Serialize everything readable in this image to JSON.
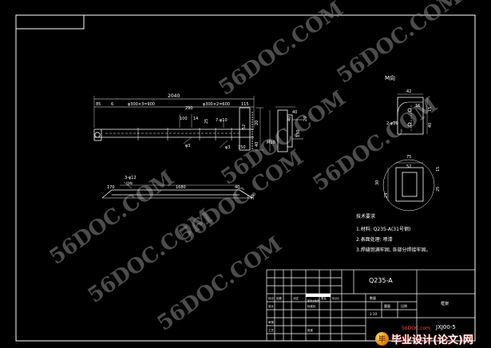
{
  "watermark": "56DOC.COM",
  "view_label": "M向",
  "dimensions": {
    "overall_length": "2040",
    "left_offset": "85",
    "hole_pattern_a": "φ300×3=900",
    "hole_pattern_b": "φ300×2=600",
    "d_6": "6",
    "d_100": "100",
    "d_14": "14",
    "d_290": "290",
    "d_115": "115",
    "d_20": "20",
    "d_7phi10": "7-φ10",
    "d_25": "25",
    "d_52": "52",
    "d_40_r": "40",
    "phi3": "φ3",
    "phi3b": "φ3",
    "d_150": "150",
    "m10": "M10",
    "d_130": "130",
    "d_40_s": "40",
    "d_20_s": "20",
    "d_40_s2": "40",
    "m_42": "42",
    "m_2phi10": "2-φ10",
    "m_40": "40",
    "m_15": "15",
    "m_16": "16",
    "b_75": "75",
    "b_52": "52",
    "b_15": "15",
    "b_25": "25",
    "b_30": "30",
    "b_23": "23",
    "low_3phi12": "3-φ12",
    "low_tag": "均布",
    "low_170": "170",
    "low_1680": "1680",
    "low_40": "40",
    "low_30": "30"
  },
  "notes": {
    "title": "技术要求",
    "items": [
      "1.材料: Q235-A(31号钢)",
      "2.表面处理: 喷漆",
      "3.焊缝饱满牢固, 各部分焊接牢固。"
    ]
  },
  "title_block": {
    "material": "Q235-A",
    "part_name": "框架",
    "drawing_no": "JXJ00-5",
    "scale_label": "比例",
    "qty_label": "数量",
    "weight_label": "重量",
    "r1": [
      "标记",
      "处数",
      "分区",
      "更改文件号",
      "签名",
      "年月日"
    ],
    "r2": [
      "设计",
      "",
      "标准化",
      ""
    ],
    "r3": [
      "审核",
      "",
      ""
    ],
    "r4": [
      "工艺",
      "",
      "批准"
    ],
    "r5": [
      "1:10"
    ]
  },
  "brand": {
    "logo_text": "毕",
    "text": "毕业设计(论文)网",
    "url": "56DOC.com"
  }
}
